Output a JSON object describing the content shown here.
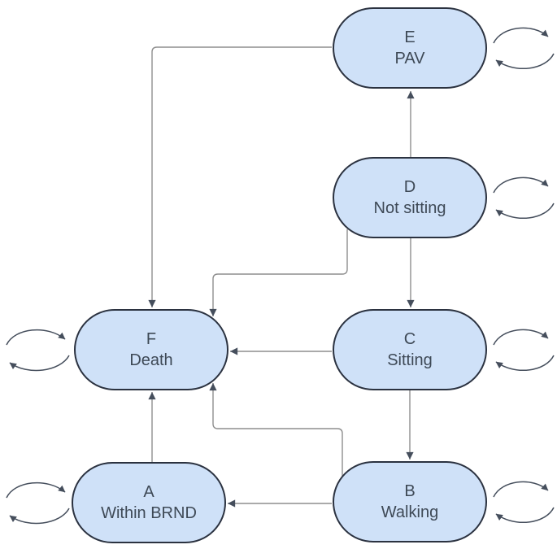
{
  "diagram_type": "state-transition-diagram",
  "colors": {
    "background": "#ffffff",
    "node_fill": "#cfe1f8",
    "node_border": "#2b3240",
    "node_text": "#3e4956",
    "edge_line": "#8e8e8e",
    "arrowhead": "#454e5c",
    "self_loop": "#454e5c"
  },
  "nodes": [
    {
      "id": "E",
      "letter": "E",
      "label": "PAV",
      "self_loop_side": "right"
    },
    {
      "id": "D",
      "letter": "D",
      "label": "Not sitting",
      "self_loop_side": "right"
    },
    {
      "id": "F",
      "letter": "F",
      "label": "Death",
      "self_loop_side": "left"
    },
    {
      "id": "C",
      "letter": "C",
      "label": "Sitting",
      "self_loop_side": "right"
    },
    {
      "id": "A",
      "letter": "A",
      "label": "Within BRND",
      "self_loop_side": "left"
    },
    {
      "id": "B",
      "letter": "B",
      "label": "Walking",
      "self_loop_side": "right"
    }
  ],
  "edges": [
    {
      "from": "D",
      "to": "E"
    },
    {
      "from": "E",
      "to": "F"
    },
    {
      "from": "D",
      "to": "F"
    },
    {
      "from": "D",
      "to": "C"
    },
    {
      "from": "C",
      "to": "F"
    },
    {
      "from": "C",
      "to": "B"
    },
    {
      "from": "B",
      "to": "F"
    },
    {
      "from": "A",
      "to": "F"
    },
    {
      "from": "B",
      "to": "A"
    }
  ],
  "self_loops": [
    {
      "node": "E"
    },
    {
      "node": "D"
    },
    {
      "node": "F"
    },
    {
      "node": "C"
    },
    {
      "node": "A"
    },
    {
      "node": "B"
    }
  ]
}
